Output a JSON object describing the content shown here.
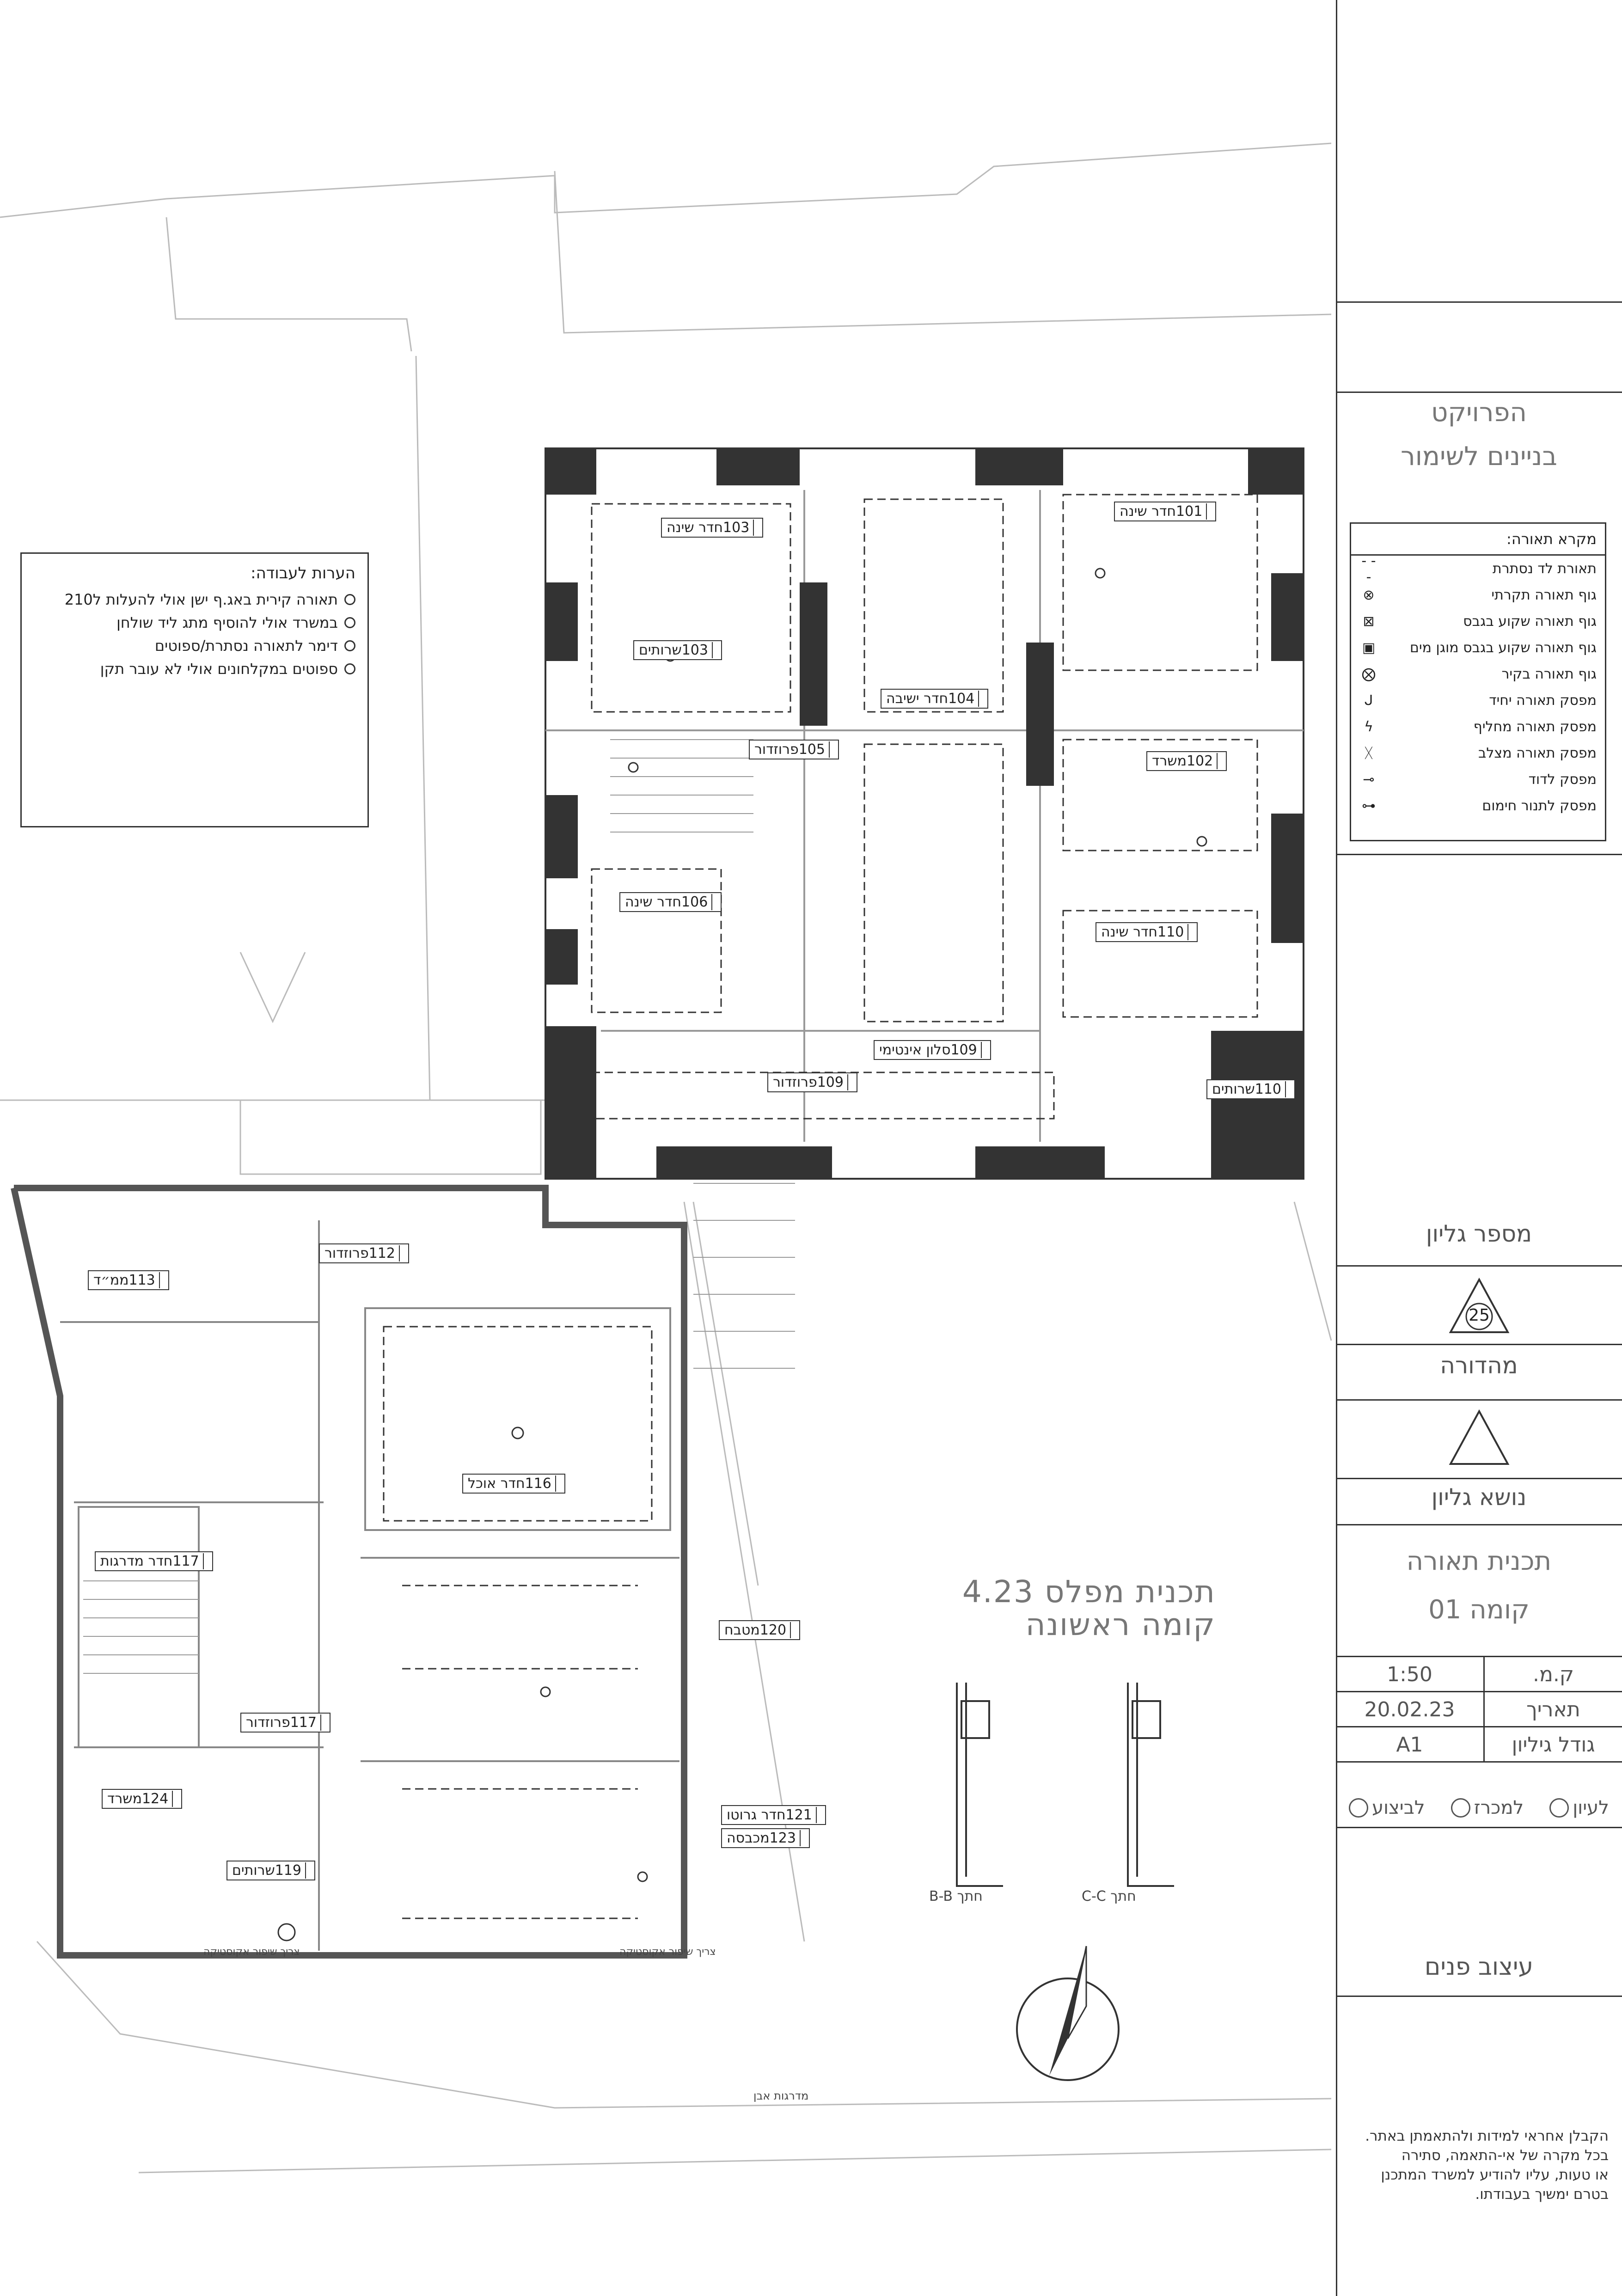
{
  "notes": {
    "title": "הערות לעבודה:",
    "items": [
      "תאורה קירית באג.ף ישן אולי להעלות ל210",
      "במשרד אולי להוסיף מתג ליד שולחן",
      "דימר לתאורה נסתרת/ספוטים",
      "ספוטים במקלחונים אולי לא עובר תקן"
    ]
  },
  "plan_title": {
    "line1": "תכנית מפלס 4.23",
    "line2": "קומה ראשונה"
  },
  "rooms": [
    {
      "name": "חדר שינה",
      "num": "103"
    },
    {
      "name": "שרותים",
      "num": "103"
    },
    {
      "name": "חדר ישיבה",
      "num": "104"
    },
    {
      "name": "חדר שינה",
      "num": "101"
    },
    {
      "name": "פרוזדור",
      "num": "105"
    },
    {
      "name": "משרד",
      "num": "102"
    },
    {
      "name": "חדר שינה",
      "num": "106"
    },
    {
      "name": "חדר שינה",
      "num": "110"
    },
    {
      "name": "סלון אינטימי",
      "num": "109"
    },
    {
      "name": "פרוזדור",
      "num": "109"
    },
    {
      "name": "שרותים",
      "num": "110"
    },
    {
      "name": "ממ״ד",
      "num": "113"
    },
    {
      "name": "פרוזדור",
      "num": "112"
    },
    {
      "name": "חדר אוכל",
      "num": "116"
    },
    {
      "name": "חדר מדרגות",
      "num": "117"
    },
    {
      "name": "פרוזדור",
      "num": "117"
    },
    {
      "name": "משרד",
      "num": "124"
    },
    {
      "name": "שרותים",
      "num": "119"
    },
    {
      "name": "מטבח",
      "num": "120"
    },
    {
      "name": "חדר גרוטו",
      "num": "121"
    },
    {
      "name": "מכבסה",
      "num": "123"
    }
  ],
  "sections": {
    "bb": "חתך B-B",
    "cc": "חתך C-C"
  },
  "title_block": {
    "project_label": "הפרויקט",
    "project_name": "בניינים לשימור",
    "sheet_number_label": "מספר גליון",
    "sheet_number": "25",
    "revision_label": "מהדורה",
    "subject_label": "נושא גליון",
    "subject_1": "תכנית תאורה",
    "subject_2": "קומה 01",
    "scale_label": "ק.מ.",
    "scale": "1:50",
    "date_label": "תאריך",
    "date": "20.02.23",
    "size_label": "גודל גיליון",
    "size": "A1",
    "status": [
      "לעיון",
      "למכרז",
      "לביצוע"
    ],
    "design_label": "עיצוב פנים",
    "disclaimer": [
      "הקבלן אחראי למידות ולהתאמתן באתר.",
      "בכל מקרה של אי-התאמה, סתירה",
      "או טעות, עליו להודיע למשרד המתכנן",
      "בטרם ימשיך בעבודתו."
    ]
  },
  "legend": {
    "title": "מקרא תאורה:",
    "items": [
      {
        "label": "תאורת לד נסתרת",
        "icon": "dashed-line"
      },
      {
        "label": "גוף תאורה תקרתי",
        "icon": "ceiling-light"
      },
      {
        "label": "גוף תאורה שקוע בגבס",
        "icon": "recessed-light"
      },
      {
        "label": "גוף תאורה שקוע בגבס מוגן מים",
        "icon": "waterproof-light"
      },
      {
        "label": "גוף תאורה בקיר",
        "icon": "wall-light"
      },
      {
        "label": "מפסק תאורה יחיד",
        "icon": "single-switch"
      },
      {
        "label": "מפסק תאורה מחליף",
        "icon": "changeover-switch"
      },
      {
        "label": "מפסק תאורה מצלב",
        "icon": "cross-switch"
      },
      {
        "label": "מפסק לדוד",
        "icon": "boiler-switch"
      },
      {
        "label": "מפסק לתנור חימום",
        "icon": "heater-switch"
      }
    ]
  },
  "annotations": {
    "stairs": "מדרגות אבן",
    "acoustic_1": "צריך שיפור אקוסטיקה",
    "acoustic_2": "צריך שיפור אקוסטיקה"
  }
}
